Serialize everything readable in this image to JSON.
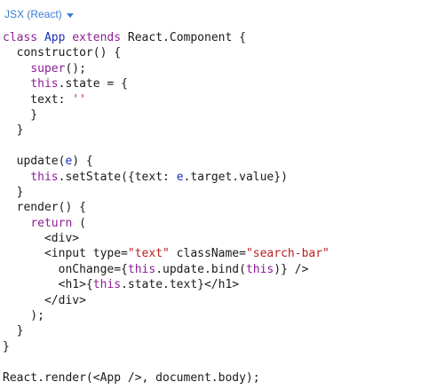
{
  "header": {
    "language_label": "JSX (React)",
    "dropdown_icon": "chevron-down-icon"
  },
  "colors": {
    "keyword": "#8b1f93",
    "definition": "#1c2fb8",
    "string": "#b52222",
    "plain": "#1a1a1a",
    "link": "#3b7ed6"
  },
  "code_lines": [
    [
      {
        "t": "class",
        "c": "k"
      },
      {
        "t": " "
      },
      {
        "t": "App",
        "c": "d"
      },
      {
        "t": " "
      },
      {
        "t": "extends",
        "c": "k"
      },
      {
        "t": " React.Component {"
      }
    ],
    [
      {
        "t": "  constructor() {"
      }
    ],
    [
      {
        "t": "    "
      },
      {
        "t": "super",
        "c": "k"
      },
      {
        "t": "();"
      }
    ],
    [
      {
        "t": "    "
      },
      {
        "t": "this",
        "c": "k"
      },
      {
        "t": ".state = {"
      }
    ],
    [
      {
        "t": "    text: "
      },
      {
        "t": "''",
        "c": "s"
      }
    ],
    [
      {
        "t": "    }"
      }
    ],
    [
      {
        "t": "  }"
      }
    ],
    [
      {
        "t": ""
      }
    ],
    [
      {
        "t": "  update("
      },
      {
        "t": "e",
        "c": "d"
      },
      {
        "t": ") {"
      }
    ],
    [
      {
        "t": "    "
      },
      {
        "t": "this",
        "c": "k"
      },
      {
        "t": ".setState({text: "
      },
      {
        "t": "e",
        "c": "d"
      },
      {
        "t": ".target.value})"
      }
    ],
    [
      {
        "t": "  }"
      }
    ],
    [
      {
        "t": "  render() {"
      }
    ],
    [
      {
        "t": "    "
      },
      {
        "t": "return",
        "c": "k"
      },
      {
        "t": " ("
      }
    ],
    [
      {
        "t": "      <div>"
      }
    ],
    [
      {
        "t": "      <input type="
      },
      {
        "t": "\"text\"",
        "c": "s"
      },
      {
        "t": " className="
      },
      {
        "t": "\"search-bar\"",
        "c": "s"
      }
    ],
    [
      {
        "t": "        onChange={"
      },
      {
        "t": "this",
        "c": "k"
      },
      {
        "t": ".update.bind("
      },
      {
        "t": "this",
        "c": "k"
      },
      {
        "t": ")} />"
      }
    ],
    [
      {
        "t": "        <h1>{"
      },
      {
        "t": "this",
        "c": "k"
      },
      {
        "t": ".state.text}</h1>"
      }
    ],
    [
      {
        "t": "      </div>"
      }
    ],
    [
      {
        "t": "    );"
      }
    ],
    [
      {
        "t": "  }"
      }
    ],
    [
      {
        "t": "}"
      }
    ],
    [
      {
        "t": ""
      }
    ],
    [
      {
        "t": "React.render(<App />, document.body);"
      }
    ]
  ]
}
